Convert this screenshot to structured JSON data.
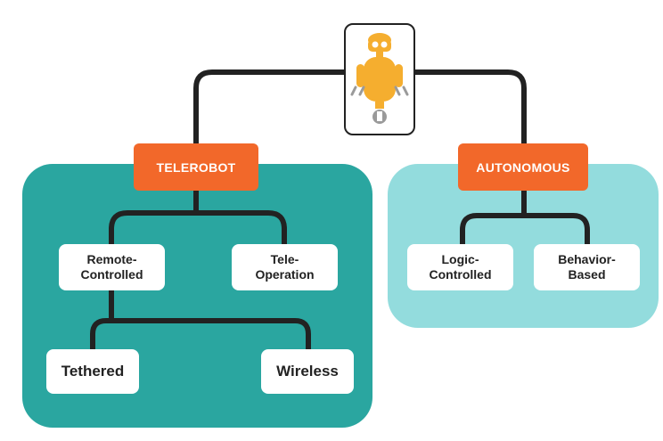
{
  "diagram": {
    "root": {
      "icon": "robot-icon"
    },
    "telerobot": {
      "label": "TELEROBOT",
      "remote_controlled": {
        "line1": "Remote-",
        "line2": "Controlled"
      },
      "tele_operation": {
        "line1": "Tele-",
        "line2": "Operation"
      },
      "tethered": "Tethered",
      "wireless": "Wireless"
    },
    "autonomous": {
      "label": "AUTONOMOUS",
      "logic_controlled": {
        "line1": "Logic-",
        "line2": "Controlled"
      },
      "behavior_based": {
        "line1": "Behavior-",
        "line2": "Based"
      }
    },
    "colors": {
      "accent_orange": "#f2682a",
      "telerobot_panel": "#2aa6a0",
      "autonomous_panel": "#93dcdd",
      "robot_body": "#f5ae2f",
      "connector": "#222222"
    }
  }
}
